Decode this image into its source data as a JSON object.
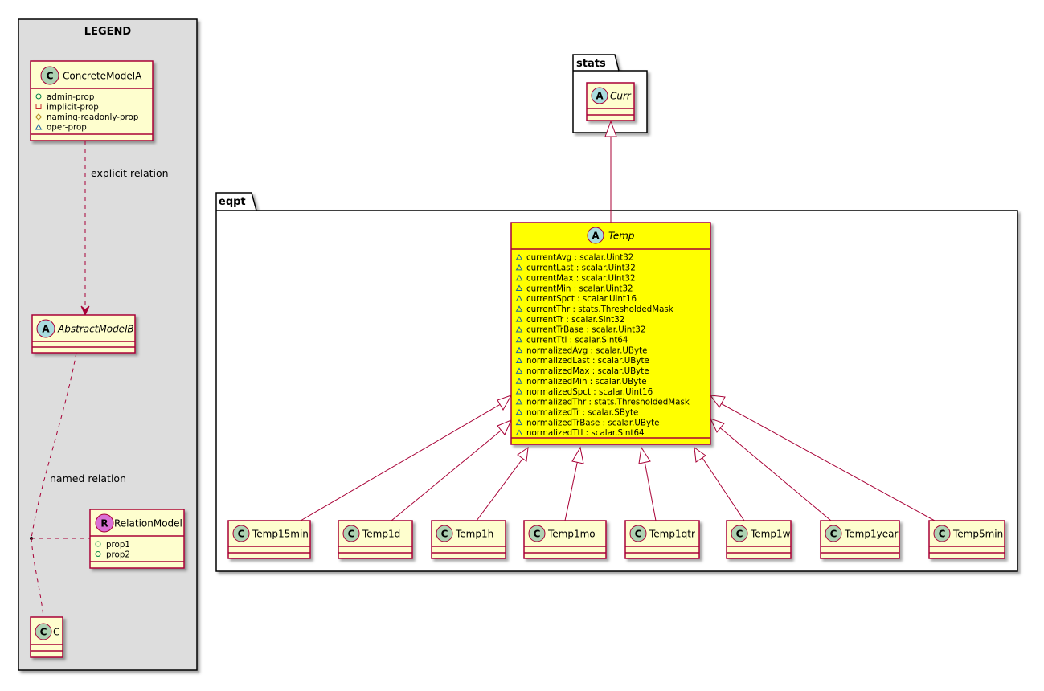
{
  "legend": {
    "title": "LEGEND",
    "concrete_model": {
      "name": "ConcreteModelA",
      "stereotype": "C",
      "props": [
        {
          "vis": "public",
          "text": "admin-prop"
        },
        {
          "vis": "private",
          "text": "implicit-prop"
        },
        {
          "vis": "protected",
          "text": "naming-readonly-prop"
        },
        {
          "vis": "package",
          "text": "oper-prop"
        }
      ]
    },
    "abstract_model": {
      "name": "AbstractModelB",
      "stereotype": "A"
    },
    "relation_model": {
      "name": "RelationModel",
      "stereotype": "R",
      "props": [
        {
          "vis": "public",
          "text": "prop1"
        },
        {
          "vis": "public",
          "text": "prop2"
        }
      ]
    },
    "c_model": {
      "name": "C",
      "stereotype": "C"
    },
    "explicit_relation_label": "explicit relation",
    "named_relation_label": "named relation"
  },
  "packages": {
    "stats": {
      "name": "stats",
      "curr": {
        "name": "Curr",
        "stereotype": "A"
      }
    },
    "eqpt": {
      "name": "eqpt",
      "temp": {
        "name": "Temp",
        "stereotype": "A",
        "attrs": [
          "currentAvg : scalar.Uint32",
          "currentLast : scalar.Uint32",
          "currentMax : scalar.Uint32",
          "currentMin : scalar.Uint32",
          "currentSpct : scalar.Uint16",
          "currentThr : stats.ThresholdedMask",
          "currentTr : scalar.Sint32",
          "currentTrBase : scalar.Uint32",
          "currentTtl : scalar.Sint64",
          "normalizedAvg : scalar.UByte",
          "normalizedLast : scalar.UByte",
          "normalizedMax : scalar.UByte",
          "normalizedMin : scalar.UByte",
          "normalizedSpct : scalar.Uint16",
          "normalizedThr : stats.ThresholdedMask",
          "normalizedTr : scalar.SByte",
          "normalizedTrBase : scalar.UByte",
          "normalizedTtl : scalar.Sint64"
        ]
      },
      "subclasses": [
        {
          "name": "Temp15min",
          "stereotype": "C"
        },
        {
          "name": "Temp1d",
          "stereotype": "C"
        },
        {
          "name": "Temp1h",
          "stereotype": "C"
        },
        {
          "name": "Temp1mo",
          "stereotype": "C"
        },
        {
          "name": "Temp1qtr",
          "stereotype": "C"
        },
        {
          "name": "Temp1w",
          "stereotype": "C"
        },
        {
          "name": "Temp1year",
          "stereotype": "C"
        },
        {
          "name": "Temp5min",
          "stereotype": "C"
        }
      ]
    }
  },
  "colors": {
    "class_fill": "#FEFECE",
    "class_border": "#A80036",
    "highlight_fill": "#FFFF00",
    "legend_bg": "#DDDDDD",
    "circle_class": "#ADD1B2",
    "circle_abstract": "#A9DCDF",
    "circle_relation": "#DA70D6",
    "relation_line": "#A80036"
  }
}
